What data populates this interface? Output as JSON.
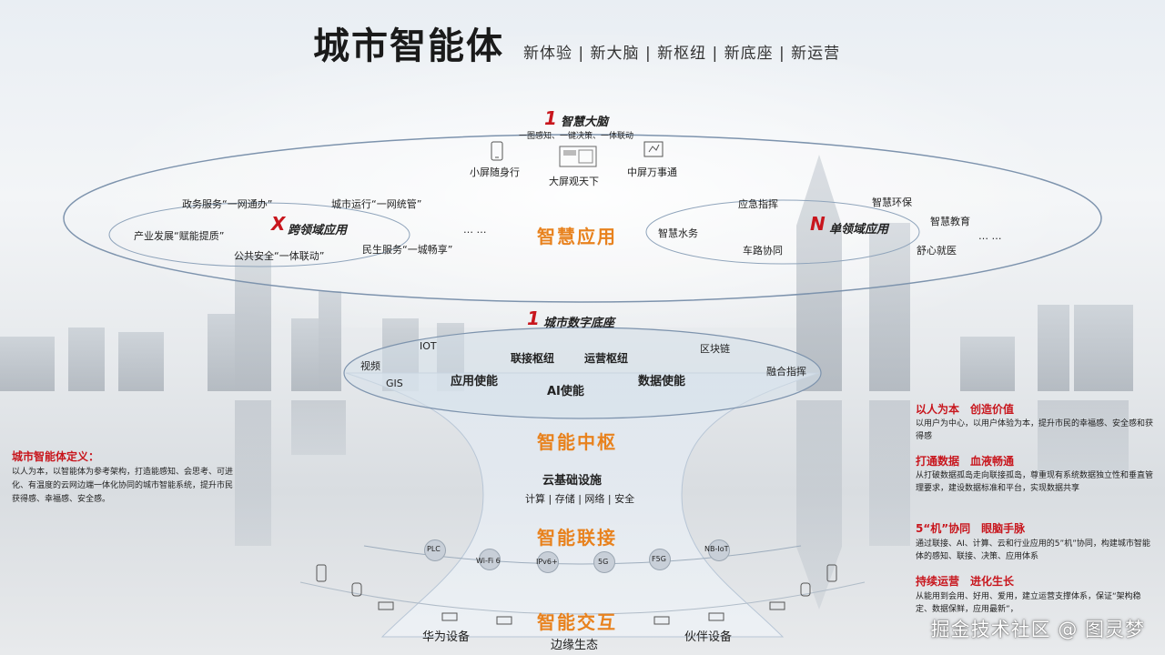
{
  "header": {
    "title": "城市智能体",
    "subtitle": "新体验 | 新大脑 | 新枢纽 | 新底座 | 新运营"
  },
  "brain": {
    "num": "1",
    "label": "智慧大脑",
    "desc": "一图感知、一键决策、一体联动",
    "screens": [
      "小屏随身行",
      "大屏观天下",
      "中屏万事通"
    ]
  },
  "apps": {
    "center": "智慧应用",
    "x_num": "X",
    "x_label": "跨领域应用",
    "x_items": [
      "政务服务“一网通办”",
      "城市运行“一网统管”",
      "产业发展“赋能提质”",
      "公共安全“一体联动”",
      "民生服务“一城畅享”",
      "… …"
    ],
    "n_num": "N",
    "n_label": "单领域应用",
    "n_items": [
      "应急指挥",
      "智慧环保",
      "智慧教育",
      "智慧水务",
      "车路协同",
      "舒心就医",
      "… …"
    ]
  },
  "base": {
    "num": "1",
    "label": "城市数字底座",
    "items": [
      "IOT",
      "视频",
      "GIS",
      "联接枢纽",
      "运营枢纽",
      "区块链",
      "融合指挥",
      "应用使能",
      "AI使能",
      "数据使能"
    ]
  },
  "hub": {
    "label": "智能中枢",
    "cloud": "云基础设施",
    "cloud_items": "计算 | 存储 | 网络 | 安全"
  },
  "connect": {
    "label": "智能联接",
    "items": [
      "PLC",
      "Wi-Fi 6",
      "IPv6+",
      "5G",
      "F5G",
      "NB-IoT"
    ]
  },
  "interact": {
    "label": "智能交互",
    "items": [
      "华为设备",
      "边缘生态",
      "伙伴设备"
    ]
  },
  "definition": {
    "title": "城市智能体定义：",
    "body": "以人为本，以智能体为参考架构，打造能感知、会思考、可进化、有温度的云网边端一体化协同的城市智能系统，提升市民获得感、幸福感、安全感。"
  },
  "sections": [
    {
      "title": "以人为本　创造价值",
      "body": "以用户为中心，以用户体验为本，提升市民的幸福感、安全感和获得感"
    },
    {
      "title": "打通数据　血液畅通",
      "body": "从打破数据孤岛走向联接孤岛，尊重现有系统数据独立性和垂直管理要求，建设数据标准和平台，实现数据共享"
    },
    {
      "title": "5“机”协同　眼脑手脉",
      "body": "通过联接、AI、计算、云和行业应用的5”机”协同，构建城市智能体的感知、联接、决策、应用体系"
    },
    {
      "title": "持续运营　进化生长",
      "body": "从能用到会用、好用、爱用，建立运营支撑体系，保证“架构稳定、数据保鲜，应用最新”，"
    }
  ],
  "watermark": "掘金技术社区 @ 图灵梦",
  "colors": {
    "orange": "#e8821e",
    "red": "#c8161d"
  }
}
